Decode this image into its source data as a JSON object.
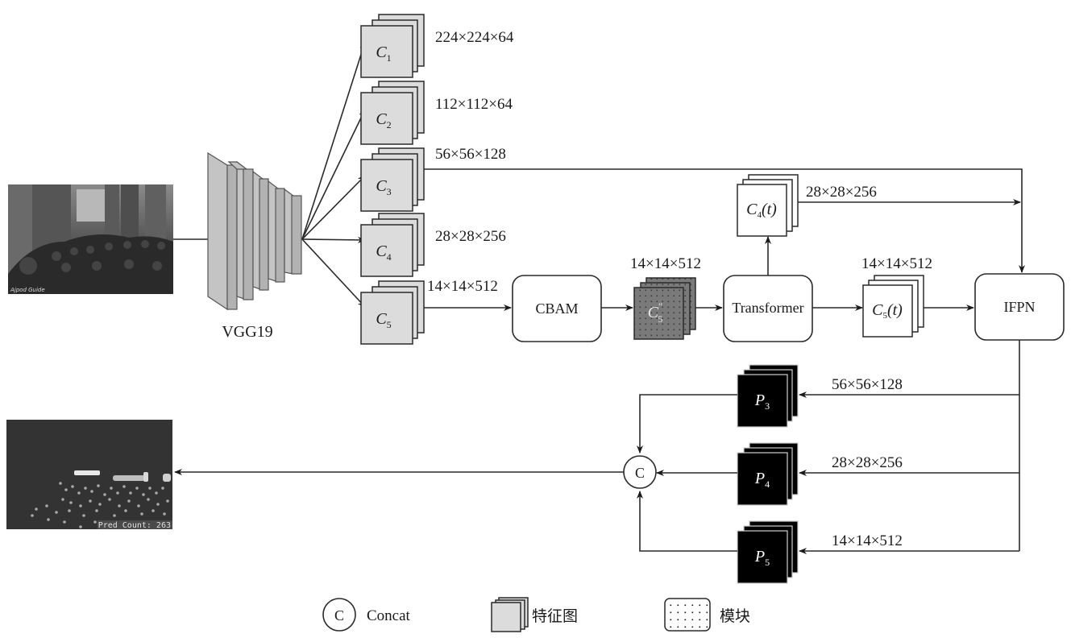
{
  "input_image": {
    "description": "crowd-in-cathedral-photo",
    "watermark": "Ajpod Guide"
  },
  "backbone": {
    "label": "VGG19"
  },
  "feature_maps": [
    {
      "id": "C1",
      "base": "C",
      "sub": "1",
      "dims": "224×224×64"
    },
    {
      "id": "C2",
      "base": "C",
      "sub": "2",
      "dims": "112×112×64"
    },
    {
      "id": "C3",
      "base": "C",
      "sub": "3",
      "dims": "56×56×128"
    },
    {
      "id": "C4",
      "base": "C",
      "sub": "4",
      "dims": "28×28×256"
    },
    {
      "id": "C5",
      "base": "C",
      "sub": "5",
      "dims": "14×14×512"
    }
  ],
  "modules": {
    "cbam": "CBAM",
    "transformer": "Transformer",
    "ifpn": "IFPN"
  },
  "attention_map": {
    "base": "C",
    "sup": "″",
    "sub": "5",
    "dims": "14×14×512"
  },
  "transformer_outputs": [
    {
      "id": "C4t",
      "base": "C",
      "sub": "4",
      "suffix": "(t)",
      "dims": "28×28×256"
    },
    {
      "id": "C5t",
      "base": "C",
      "sub": "5",
      "suffix": "(t)",
      "dims": "14×14×512"
    }
  ],
  "pyramid_outputs": [
    {
      "id": "P3",
      "base": "P",
      "sub": "3",
      "dims": "56×56×128"
    },
    {
      "id": "P4",
      "base": "P",
      "sub": "4",
      "dims": "28×28×256"
    },
    {
      "id": "P5",
      "base": "P",
      "sub": "5",
      "dims": "14×14×512"
    }
  ],
  "concat": {
    "symbol": "C"
  },
  "output_image": {
    "description": "density-map",
    "caption": "Pred Count: 263",
    "pred_count": 263
  },
  "legend": [
    {
      "kind": "concat",
      "symbol": "C",
      "label": "Concat"
    },
    {
      "kind": "feature-map",
      "label": "特征图"
    },
    {
      "kind": "module",
      "label": "模块"
    }
  ]
}
